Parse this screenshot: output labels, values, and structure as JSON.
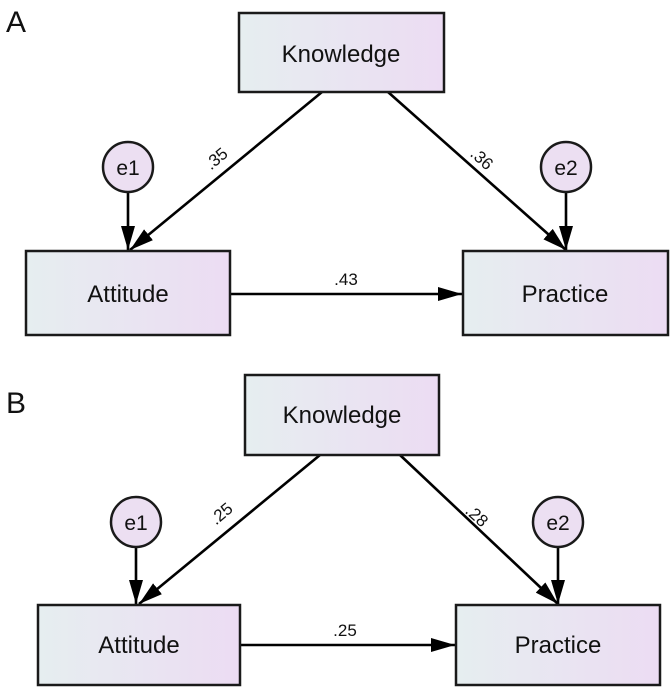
{
  "panels": [
    {
      "letter": "A",
      "nodes": {
        "knowledge": "Knowledge",
        "attitude": "Attitude",
        "practice": "Practice"
      },
      "errors": {
        "e1": "e1",
        "e2": "e2"
      },
      "paths": {
        "knowledge_attitude": ".35",
        "knowledge_practice": ".36",
        "attitude_practice": ".43"
      }
    },
    {
      "letter": "B",
      "nodes": {
        "knowledge": "Knowledge",
        "attitude": "Attitude",
        "practice": "Practice"
      },
      "errors": {
        "e1": "e1",
        "e2": "e2"
      },
      "paths": {
        "knowledge_attitude": ".25",
        "knowledge_practice": ".28",
        "attitude_practice": ".25"
      }
    }
  ]
}
